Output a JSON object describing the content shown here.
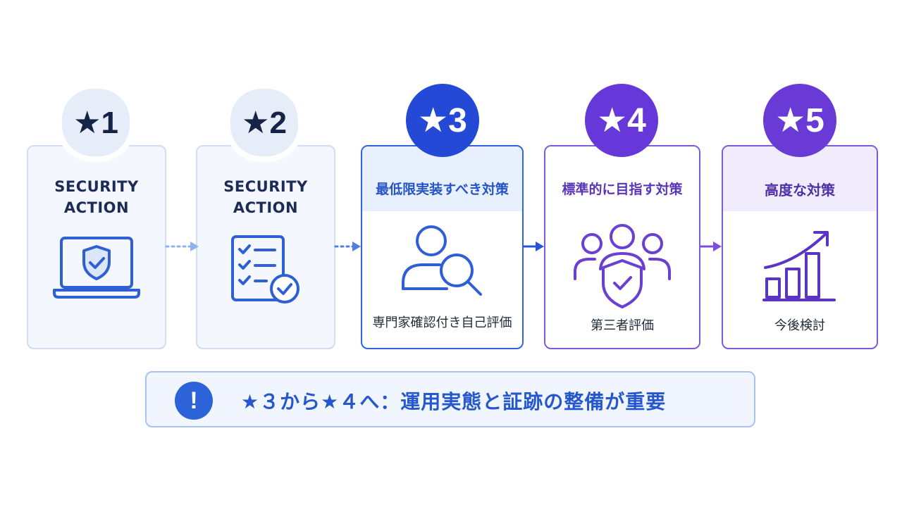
{
  "levels": [
    {
      "badge": "★1",
      "title_lines": [
        "SECURITY",
        "ACTION"
      ],
      "caption": "",
      "icon": "laptop-shield-icon"
    },
    {
      "badge": "★2",
      "title_lines": [
        "SECURITY",
        "ACTION"
      ],
      "caption": "",
      "icon": "checklist-icon"
    },
    {
      "badge": "★3",
      "title": "最低限実装すべき対策",
      "caption": "専門家確認付き自己評価",
      "icon": "user-search-icon"
    },
    {
      "badge": "★4",
      "title": "標準的に目指す対策",
      "caption": "第三者評価",
      "icon": "group-shield-icon"
    },
    {
      "badge": "★5",
      "title": "高度な対策",
      "caption": "今後検討",
      "icon": "growth-chart-icon"
    }
  ],
  "note": {
    "icon_text": "!",
    "text": "★３から★４へ：運用実態と証跡の整備が重要"
  },
  "colors": {
    "blue": "#2349d6",
    "purple": "#6637d9",
    "light_blue": "#e6edf9",
    "dark_text": "#152346"
  }
}
